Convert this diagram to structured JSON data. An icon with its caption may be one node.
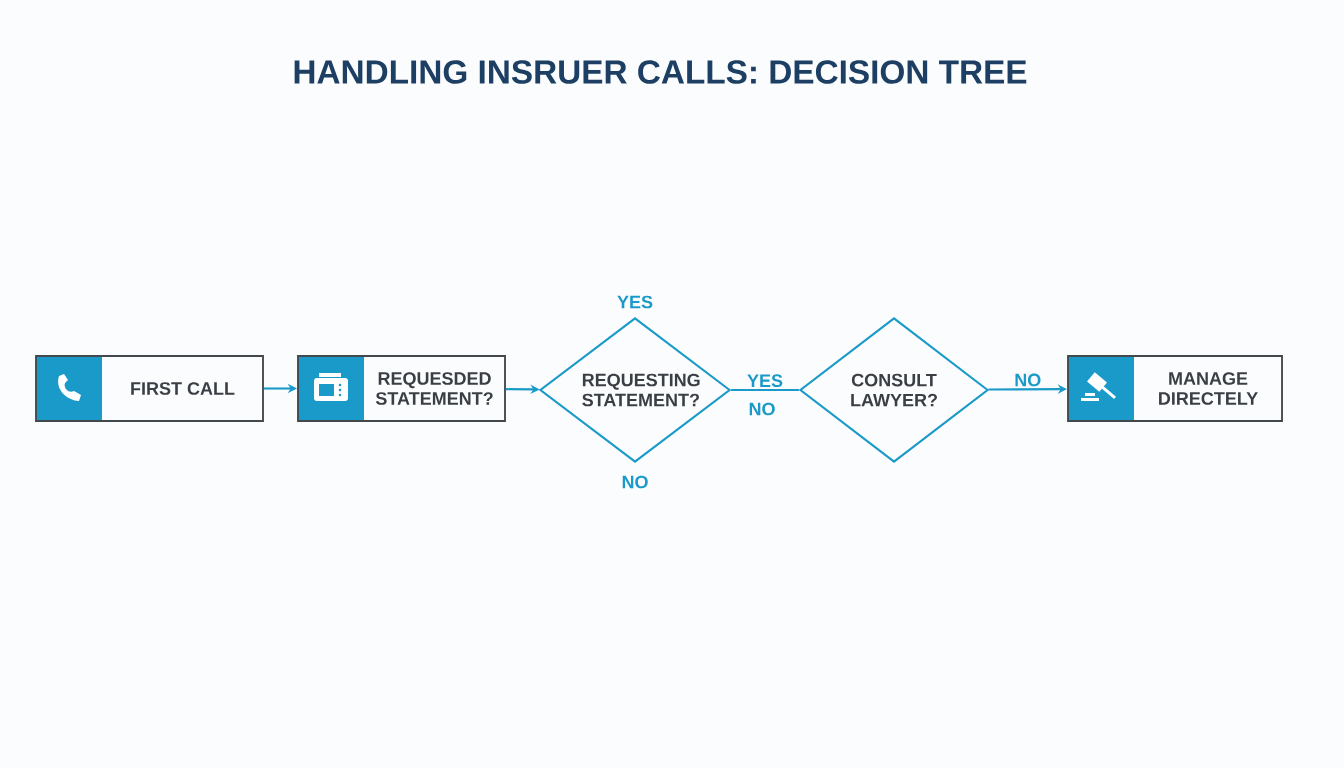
{
  "diagram": {
    "title": "HANDLING INSRUER CALLS: DECISION TREE",
    "nodes": [
      {
        "text": [
          "FIRST CALL"
        ]
      },
      {
        "text": [
          "REQUESDED STATEMENT?"
        ]
      },
      {
        "text": [
          "REQUESTING STATEMENT?"
        ]
      },
      {
        "text": [
          "CONSULT LAWYER?"
        ]
      },
      {
        "text": [
          "MANAGE DIRECTELY"
        ]
      }
    ],
    "edges": [
      {
        "from": 0,
        "to": 1,
        "arrow": "to"
      },
      {
        "from": 1,
        "to": 2,
        "arrow": "to"
      },
      {
        "from": 2,
        "to": 3,
        "arrow": "none",
        "label": "YES"
      },
      {
        "from": 3,
        "to": 4,
        "arrow": "to",
        "label": "NO"
      }
    ],
    "labels": [
      "YES",
      "NO",
      "NO"
    ]
  }
}
